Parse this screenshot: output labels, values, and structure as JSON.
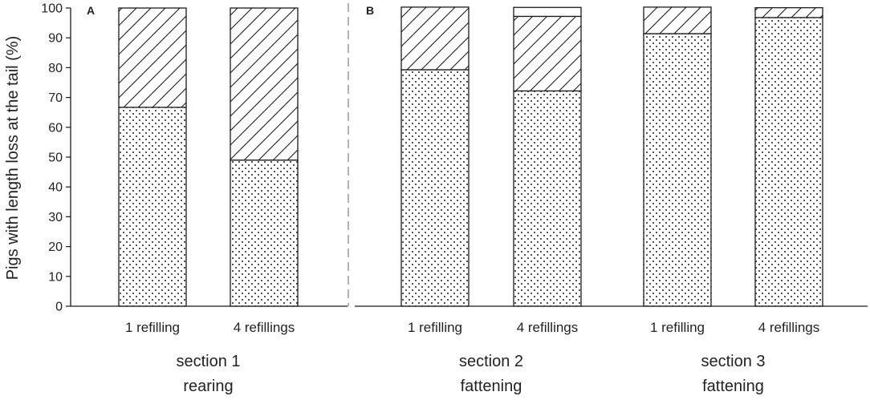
{
  "chart_data": {
    "type": "bar",
    "stacked": true,
    "ylabel": "Pigs with length loss at the tail (%)",
    "ylim": [
      0,
      100
    ],
    "yticks": [
      0,
      10,
      20,
      30,
      40,
      50,
      60,
      70,
      80,
      90,
      100
    ],
    "grid": false,
    "legend": "none",
    "panels": [
      {
        "panel_label": "A",
        "groups": [
          {
            "line1": "section 1",
            "line2": "rearing",
            "bars": [
              {
                "category": "1 refilling",
                "dotted": 66.7,
                "hatched": 33.3,
                "blank": 0
              },
              {
                "category": "4 refillings",
                "dotted": 49,
                "hatched": 51,
                "blank": 0
              }
            ]
          }
        ]
      },
      {
        "panel_label": "B",
        "groups": [
          {
            "line1": "section 2",
            "line2": "fattening",
            "bars": [
              {
                "category": "1 refilling",
                "dotted": 79.3,
                "hatched": 21,
                "blank": 0
              },
              {
                "category": "4 refillings",
                "dotted": 72.2,
                "hatched": 25,
                "blank": 3
              }
            ]
          },
          {
            "line1": "section 3",
            "line2": "fattening",
            "bars": [
              {
                "category": "1 refilling",
                "dotted": 91.4,
                "hatched": 8.9,
                "blank": 0
              },
              {
                "category": "4 refillings",
                "dotted": 96.8,
                "hatched": 3.3,
                "blank": 0
              }
            ]
          }
        ]
      }
    ],
    "colors": {
      "bar_fill": "#ffffff",
      "stroke": "#1a1a1a",
      "pattern": "#1a1a1a",
      "divider": "#888888"
    }
  }
}
